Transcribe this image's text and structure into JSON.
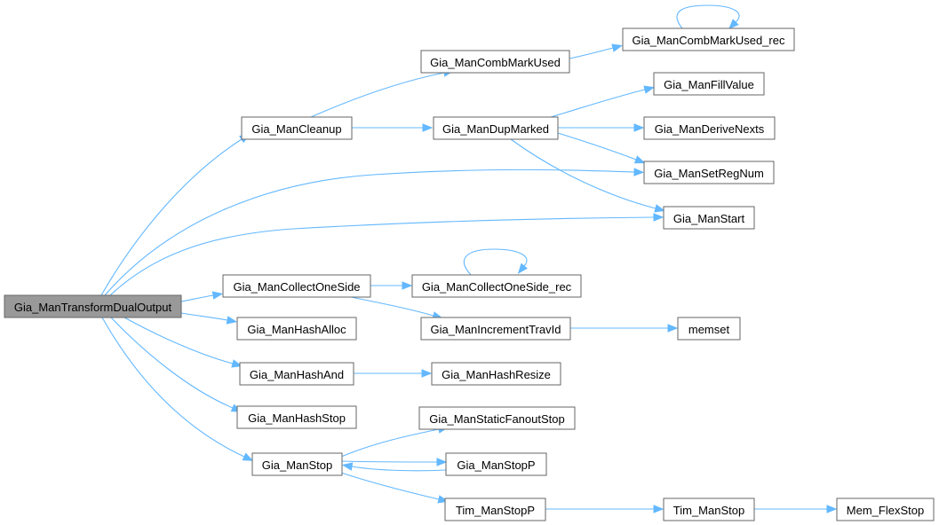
{
  "diagram": {
    "type": "call-graph",
    "nodes": [
      {
        "id": "root",
        "label": "Gia_ManTransformDualOutput",
        "highlighted": true
      },
      {
        "id": "cleanup",
        "label": "Gia_ManCleanup"
      },
      {
        "id": "combMarkUsed",
        "label": "Gia_ManCombMarkUsed"
      },
      {
        "id": "combMarkUsedRec",
        "label": "Gia_ManCombMarkUsed_rec"
      },
      {
        "id": "dupMarked",
        "label": "Gia_ManDupMarked"
      },
      {
        "id": "fillValue",
        "label": "Gia_ManFillValue"
      },
      {
        "id": "deriveNexts",
        "label": "Gia_ManDeriveNexts"
      },
      {
        "id": "setRegNum",
        "label": "Gia_ManSetRegNum"
      },
      {
        "id": "start",
        "label": "Gia_ManStart"
      },
      {
        "id": "collectOneSide",
        "label": "Gia_ManCollectOneSide"
      },
      {
        "id": "collectOneSideRec",
        "label": "Gia_ManCollectOneSide_rec"
      },
      {
        "id": "incrementTravId",
        "label": "Gia_ManIncrementTravId"
      },
      {
        "id": "memset",
        "label": "memset"
      },
      {
        "id": "hashAlloc",
        "label": "Gia_ManHashAlloc"
      },
      {
        "id": "hashAnd",
        "label": "Gia_ManHashAnd"
      },
      {
        "id": "hashResize",
        "label": "Gia_ManHashResize"
      },
      {
        "id": "hashStop",
        "label": "Gia_ManHashStop"
      },
      {
        "id": "stop",
        "label": "Gia_ManStop"
      },
      {
        "id": "staticFanoutStop",
        "label": "Gia_ManStaticFanoutStop"
      },
      {
        "id": "stopP",
        "label": "Gia_ManStopP"
      },
      {
        "id": "timStopP",
        "label": "Tim_ManStopP"
      },
      {
        "id": "timStop",
        "label": "Tim_ManStop"
      },
      {
        "id": "memFlexStop",
        "label": "Mem_FlexStop"
      }
    ],
    "edges": [
      {
        "from": "root",
        "to": "cleanup"
      },
      {
        "from": "root",
        "to": "setRegNum"
      },
      {
        "from": "root",
        "to": "start"
      },
      {
        "from": "root",
        "to": "collectOneSide"
      },
      {
        "from": "root",
        "to": "hashAlloc"
      },
      {
        "from": "root",
        "to": "hashAnd"
      },
      {
        "from": "root",
        "to": "hashStop"
      },
      {
        "from": "root",
        "to": "stop"
      },
      {
        "from": "cleanup",
        "to": "combMarkUsed"
      },
      {
        "from": "cleanup",
        "to": "dupMarked"
      },
      {
        "from": "combMarkUsed",
        "to": "combMarkUsedRec"
      },
      {
        "from": "combMarkUsedRec",
        "to": "combMarkUsedRec"
      },
      {
        "from": "dupMarked",
        "to": "fillValue"
      },
      {
        "from": "dupMarked",
        "to": "deriveNexts"
      },
      {
        "from": "dupMarked",
        "to": "setRegNum"
      },
      {
        "from": "dupMarked",
        "to": "start"
      },
      {
        "from": "collectOneSide",
        "to": "collectOneSideRec"
      },
      {
        "from": "collectOneSide",
        "to": "incrementTravId"
      },
      {
        "from": "collectOneSideRec",
        "to": "collectOneSideRec"
      },
      {
        "from": "incrementTravId",
        "to": "memset"
      },
      {
        "from": "hashAnd",
        "to": "hashResize"
      },
      {
        "from": "stop",
        "to": "staticFanoutStop"
      },
      {
        "from": "stop",
        "to": "stopP"
      },
      {
        "from": "stopP",
        "to": "stop"
      },
      {
        "from": "stop",
        "to": "timStopP"
      },
      {
        "from": "timStopP",
        "to": "timStop"
      },
      {
        "from": "timStop",
        "to": "memFlexStop"
      }
    ]
  },
  "colors": {
    "edge": "#63b8ff",
    "node_border": "#666666",
    "root_fill": "#999999",
    "node_fill": "#ffffff"
  }
}
